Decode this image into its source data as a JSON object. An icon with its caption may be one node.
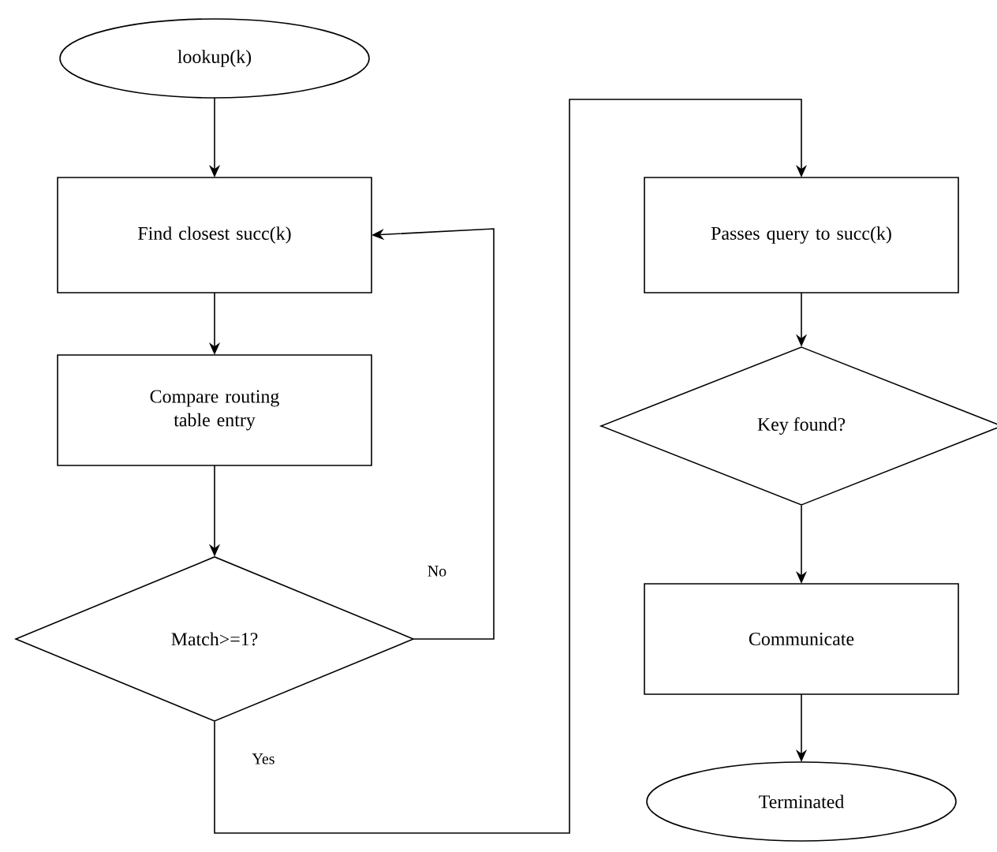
{
  "diagram": {
    "nodes": [
      {
        "text": [
          "lookup(k)"
        ]
      },
      {
        "text": [
          "Find closest succ(k)"
        ]
      },
      {
        "text": [
          "Compare routing table entry"
        ]
      },
      {
        "text": [
          "Match>=1?"
        ]
      },
      {
        "text": [
          "Passes query to succ(k)"
        ]
      },
      {
        "text": [
          "Key found?"
        ]
      },
      {
        "text": [
          "Communicate"
        ]
      },
      {
        "text": [
          "Terminated"
        ]
      }
    ],
    "edges": [
      {
        "from": 0,
        "to": 1,
        "arrow": "to"
      },
      {
        "from": 1,
        "to": 2,
        "arrow": "to"
      },
      {
        "from": 2,
        "to": 3,
        "arrow": "to"
      },
      {
        "from": 3,
        "to": 1,
        "arrow": "to",
        "label": "No"
      },
      {
        "from": 3,
        "to": 4,
        "arrow": "to",
        "label": "Yes"
      },
      {
        "from": 4,
        "to": 5,
        "arrow": "to"
      },
      {
        "from": 5,
        "to": 6,
        "arrow": "to"
      },
      {
        "from": 6,
        "to": 7,
        "arrow": "to"
      }
    ]
  }
}
